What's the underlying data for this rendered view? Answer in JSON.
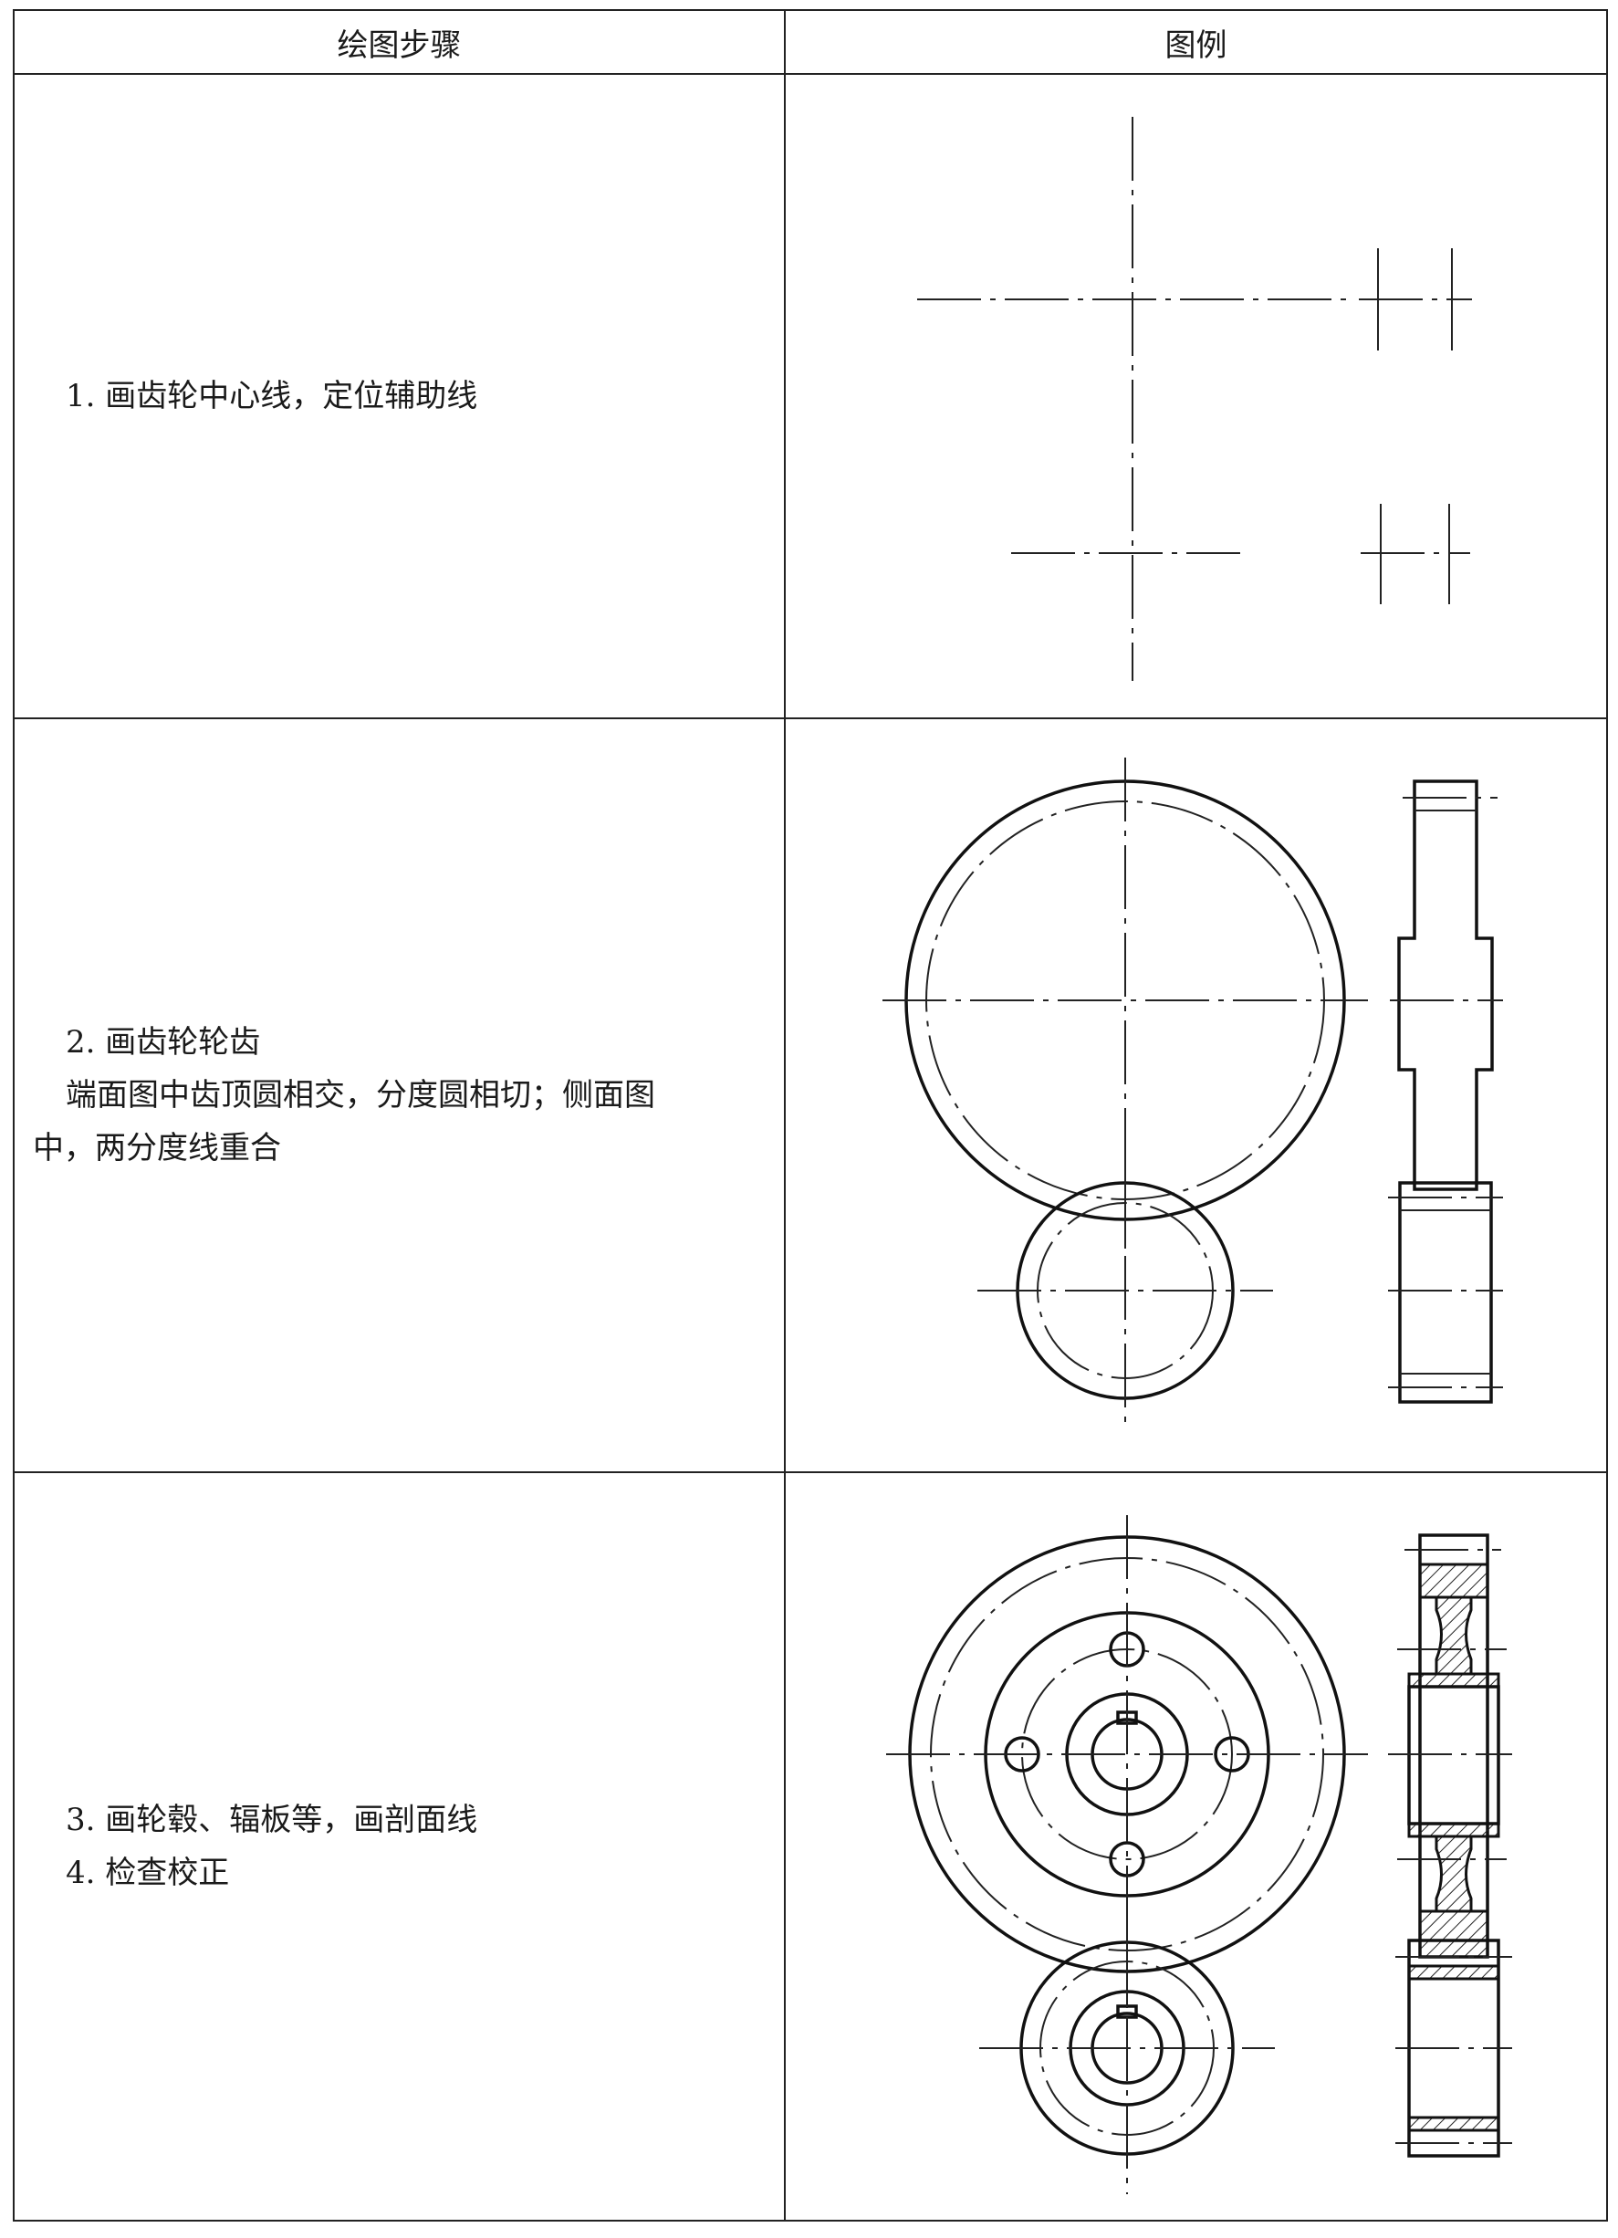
{
  "header": {
    "col_steps": "绘图步骤",
    "col_example": "图例"
  },
  "rows": [
    {
      "lines": [
        "1. 画齿轮中心线，定位辅助线"
      ]
    },
    {
      "lines": [
        "2. 画齿轮轮齿",
        "端面图中齿顶圆相交，分度圆相切；侧面图",
        "中，两分度线重合"
      ]
    },
    {
      "lines": [
        "3. 画轮毂、辐板等，画剖面线",
        "4. 检查校正"
      ]
    }
  ]
}
